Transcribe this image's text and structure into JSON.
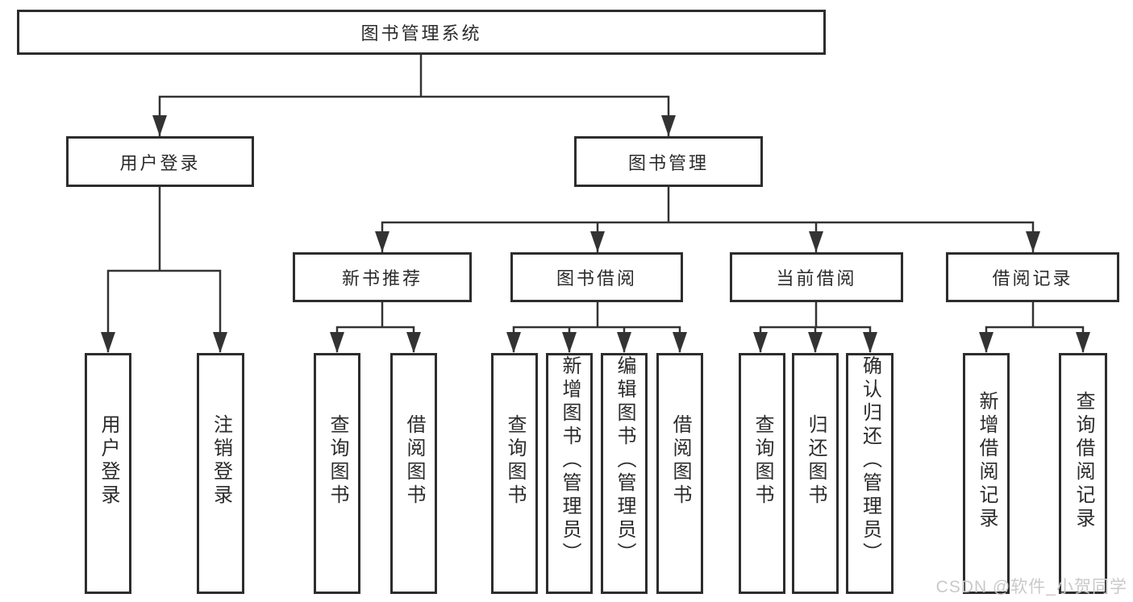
{
  "colors": {
    "background": "#ffffff",
    "line": "#333333",
    "box_border": "#2d2d2d",
    "text": "#2b2b2b",
    "watermark": "#c9c9c9"
  },
  "watermark": {
    "text": "CSDN @软件_小贺同学"
  },
  "tree": {
    "root": {
      "label": "图书管理系统",
      "children": [
        {
          "label": "用户登录",
          "children": [
            {
              "label": "用户登录"
            },
            {
              "label": "注销登录"
            }
          ]
        },
        {
          "label": "图书管理",
          "children": [
            {
              "label": "新书推荐",
              "children": [
                {
                  "label": "查询图书"
                },
                {
                  "label": "借阅图书"
                }
              ]
            },
            {
              "label": "图书借阅",
              "children": [
                {
                  "label": "查询图书"
                },
                {
                  "label": "新增图书（管理员）"
                },
                {
                  "label": "编辑图书（管理员）"
                },
                {
                  "label": "借阅图书"
                }
              ]
            },
            {
              "label": "当前借阅",
              "children": [
                {
                  "label": "查询图书"
                },
                {
                  "label": "归还图书"
                },
                {
                  "label": "确认归还（管理员）"
                }
              ]
            },
            {
              "label": "借阅记录",
              "children": [
                {
                  "label": "新增借阅记录"
                },
                {
                  "label": "查询借阅记录"
                }
              ]
            }
          ]
        }
      ]
    }
  }
}
